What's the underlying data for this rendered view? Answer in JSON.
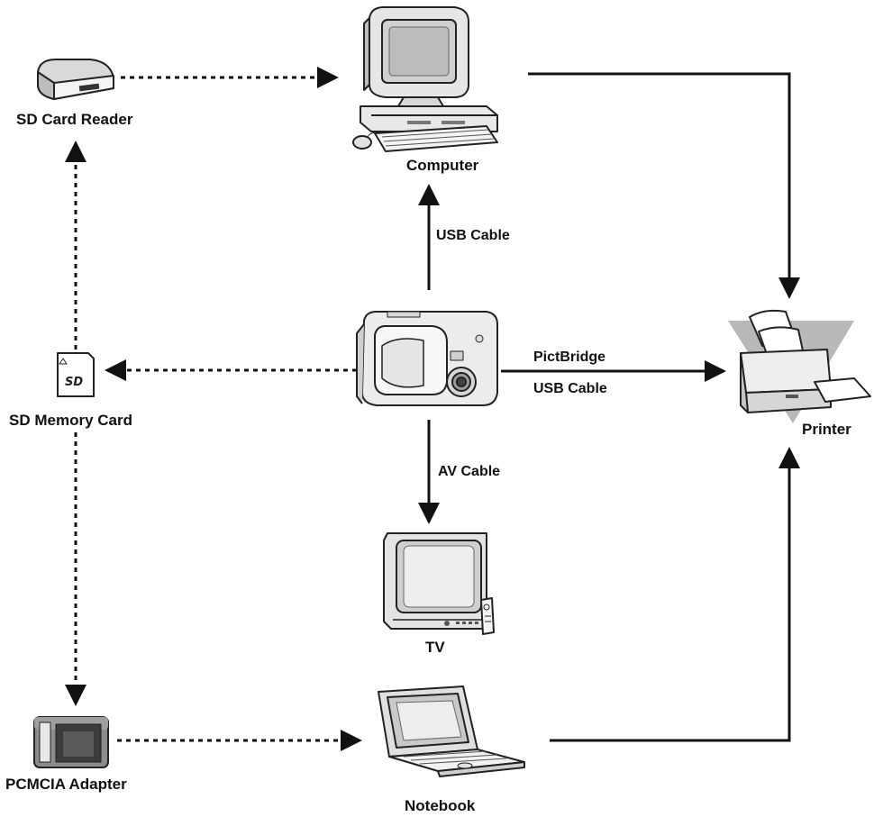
{
  "devices": {
    "sd_card_reader": {
      "label": "SD Card Reader",
      "icon": "sd-card-reader-icon"
    },
    "computer": {
      "label": "Computer",
      "icon": "desktop-computer-icon"
    },
    "camera": {
      "label": "",
      "icon": "digital-camera-icon"
    },
    "sd_memory_card": {
      "label": "SD Memory Card",
      "icon": "sd-memory-card-icon"
    },
    "printer": {
      "label": "Printer",
      "icon": "printer-icon"
    },
    "tv": {
      "label": "TV",
      "icon": "television-icon"
    },
    "pcmcia_adapter": {
      "label": "PCMCIA Adapter",
      "icon": "pcmcia-adapter-icon"
    },
    "notebook": {
      "label": "Notebook",
      "icon": "notebook-computer-icon"
    }
  },
  "connections": {
    "camera_to_computer": {
      "label": "USB Cable",
      "style": "solid"
    },
    "camera_to_printer": {
      "label_line1": "PictBridge",
      "label_line2": "USB Cable",
      "style": "solid"
    },
    "camera_to_tv": {
      "label": "AV Cable",
      "style": "solid"
    },
    "camera_to_sd_card": {
      "style": "dotted"
    },
    "sd_card_to_reader": {
      "style": "dotted"
    },
    "reader_to_computer": {
      "style": "dotted"
    },
    "sd_card_to_pcmcia": {
      "style": "dotted"
    },
    "pcmcia_to_notebook": {
      "style": "dotted"
    },
    "computer_to_printer": {
      "style": "solid"
    },
    "notebook_to_printer": {
      "style": "solid"
    }
  },
  "colors": {
    "line": "#111111",
    "device_fill": "#f2f2f2",
    "device_stroke": "#222222",
    "printer_backdrop": "#b8b8b8"
  }
}
